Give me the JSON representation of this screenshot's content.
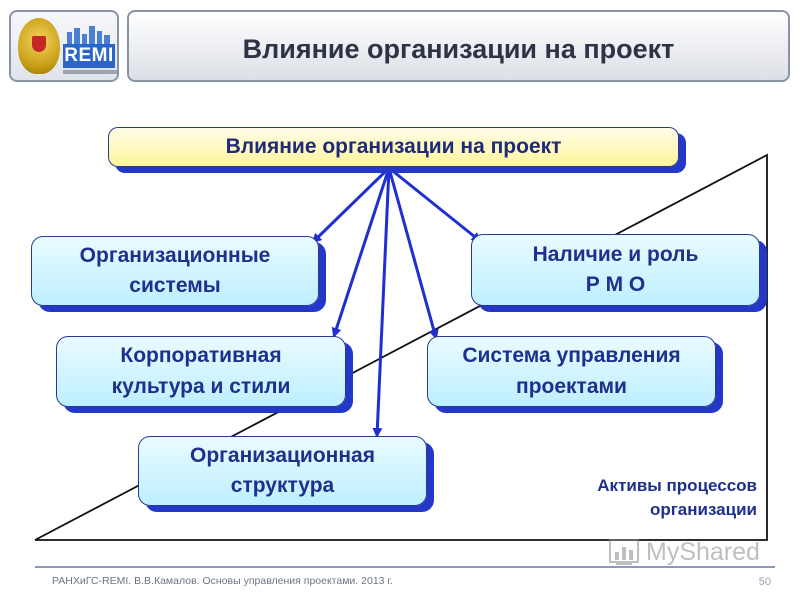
{
  "header": {
    "title": "Влияние организации на проект",
    "logo": {
      "word": "REMI",
      "emblem": "gold-eagle-emblem"
    }
  },
  "diagram": {
    "root": "Влияние организации на проект",
    "nodes": [
      {
        "id": "org-systems",
        "lines": [
          "Организационные",
          "системы"
        ]
      },
      {
        "id": "pmo",
        "lines": [
          "Наличие и роль",
          "Р М О"
        ]
      },
      {
        "id": "corporate-culture",
        "lines": [
          "Корпоративная",
          "культура и стили"
        ]
      },
      {
        "id": "pm-system",
        "lines": [
          "Система управления",
          "проектами"
        ]
      },
      {
        "id": "org-structure",
        "lines": [
          "Организационная",
          "структура"
        ]
      }
    ],
    "assets_label": [
      "Активы процессов",
      "организации"
    ],
    "colors": {
      "arrow": "#1f2fd0",
      "box_border": "#2a3a8a",
      "box_shadow": "#2338c9",
      "box_fill": "#c9f3ff",
      "root_fill": "#fff6a0",
      "text": "#1f2f8c"
    }
  },
  "footer": {
    "text": "РАНХиГС-REMI. В.В.Камалов. Основы управления проектами. 2013 г.",
    "page": "50"
  },
  "watermark": {
    "text": "MyShared",
    "icon": "chart-icon"
  }
}
